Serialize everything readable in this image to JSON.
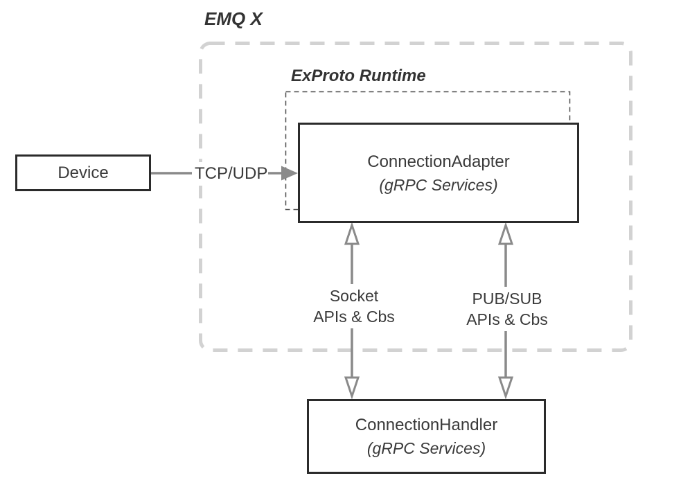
{
  "diagram": {
    "outer_group_label": "EMQ X",
    "inner_group_label": "ExProto Runtime",
    "nodes": {
      "device": {
        "label": "Device"
      },
      "connection_adapter": {
        "title": "ConnectionAdapter",
        "subtitle": "(gRPC Services)"
      },
      "connection_handler": {
        "title": "ConnectionHandler",
        "subtitle": "(gRPC Services)"
      }
    },
    "edges": {
      "tcp_udp": {
        "label": "TCP/UDP",
        "direction": "device-to-adapter"
      },
      "socket": {
        "line1": "Socket",
        "line2": "APIs & Cbs",
        "direction": "bidirectional"
      },
      "pubsub": {
        "line1": "PUB/SUB",
        "line2": "APIs & Cbs",
        "direction": "bidirectional"
      }
    },
    "colors": {
      "box_border": "#2b2b2b",
      "outer_dash": "#d2d2d2",
      "inner_dash": "#4a4a4a",
      "arrow": "#8a8a8a",
      "text": "#3a3a3a",
      "background": "#ffffff"
    }
  }
}
